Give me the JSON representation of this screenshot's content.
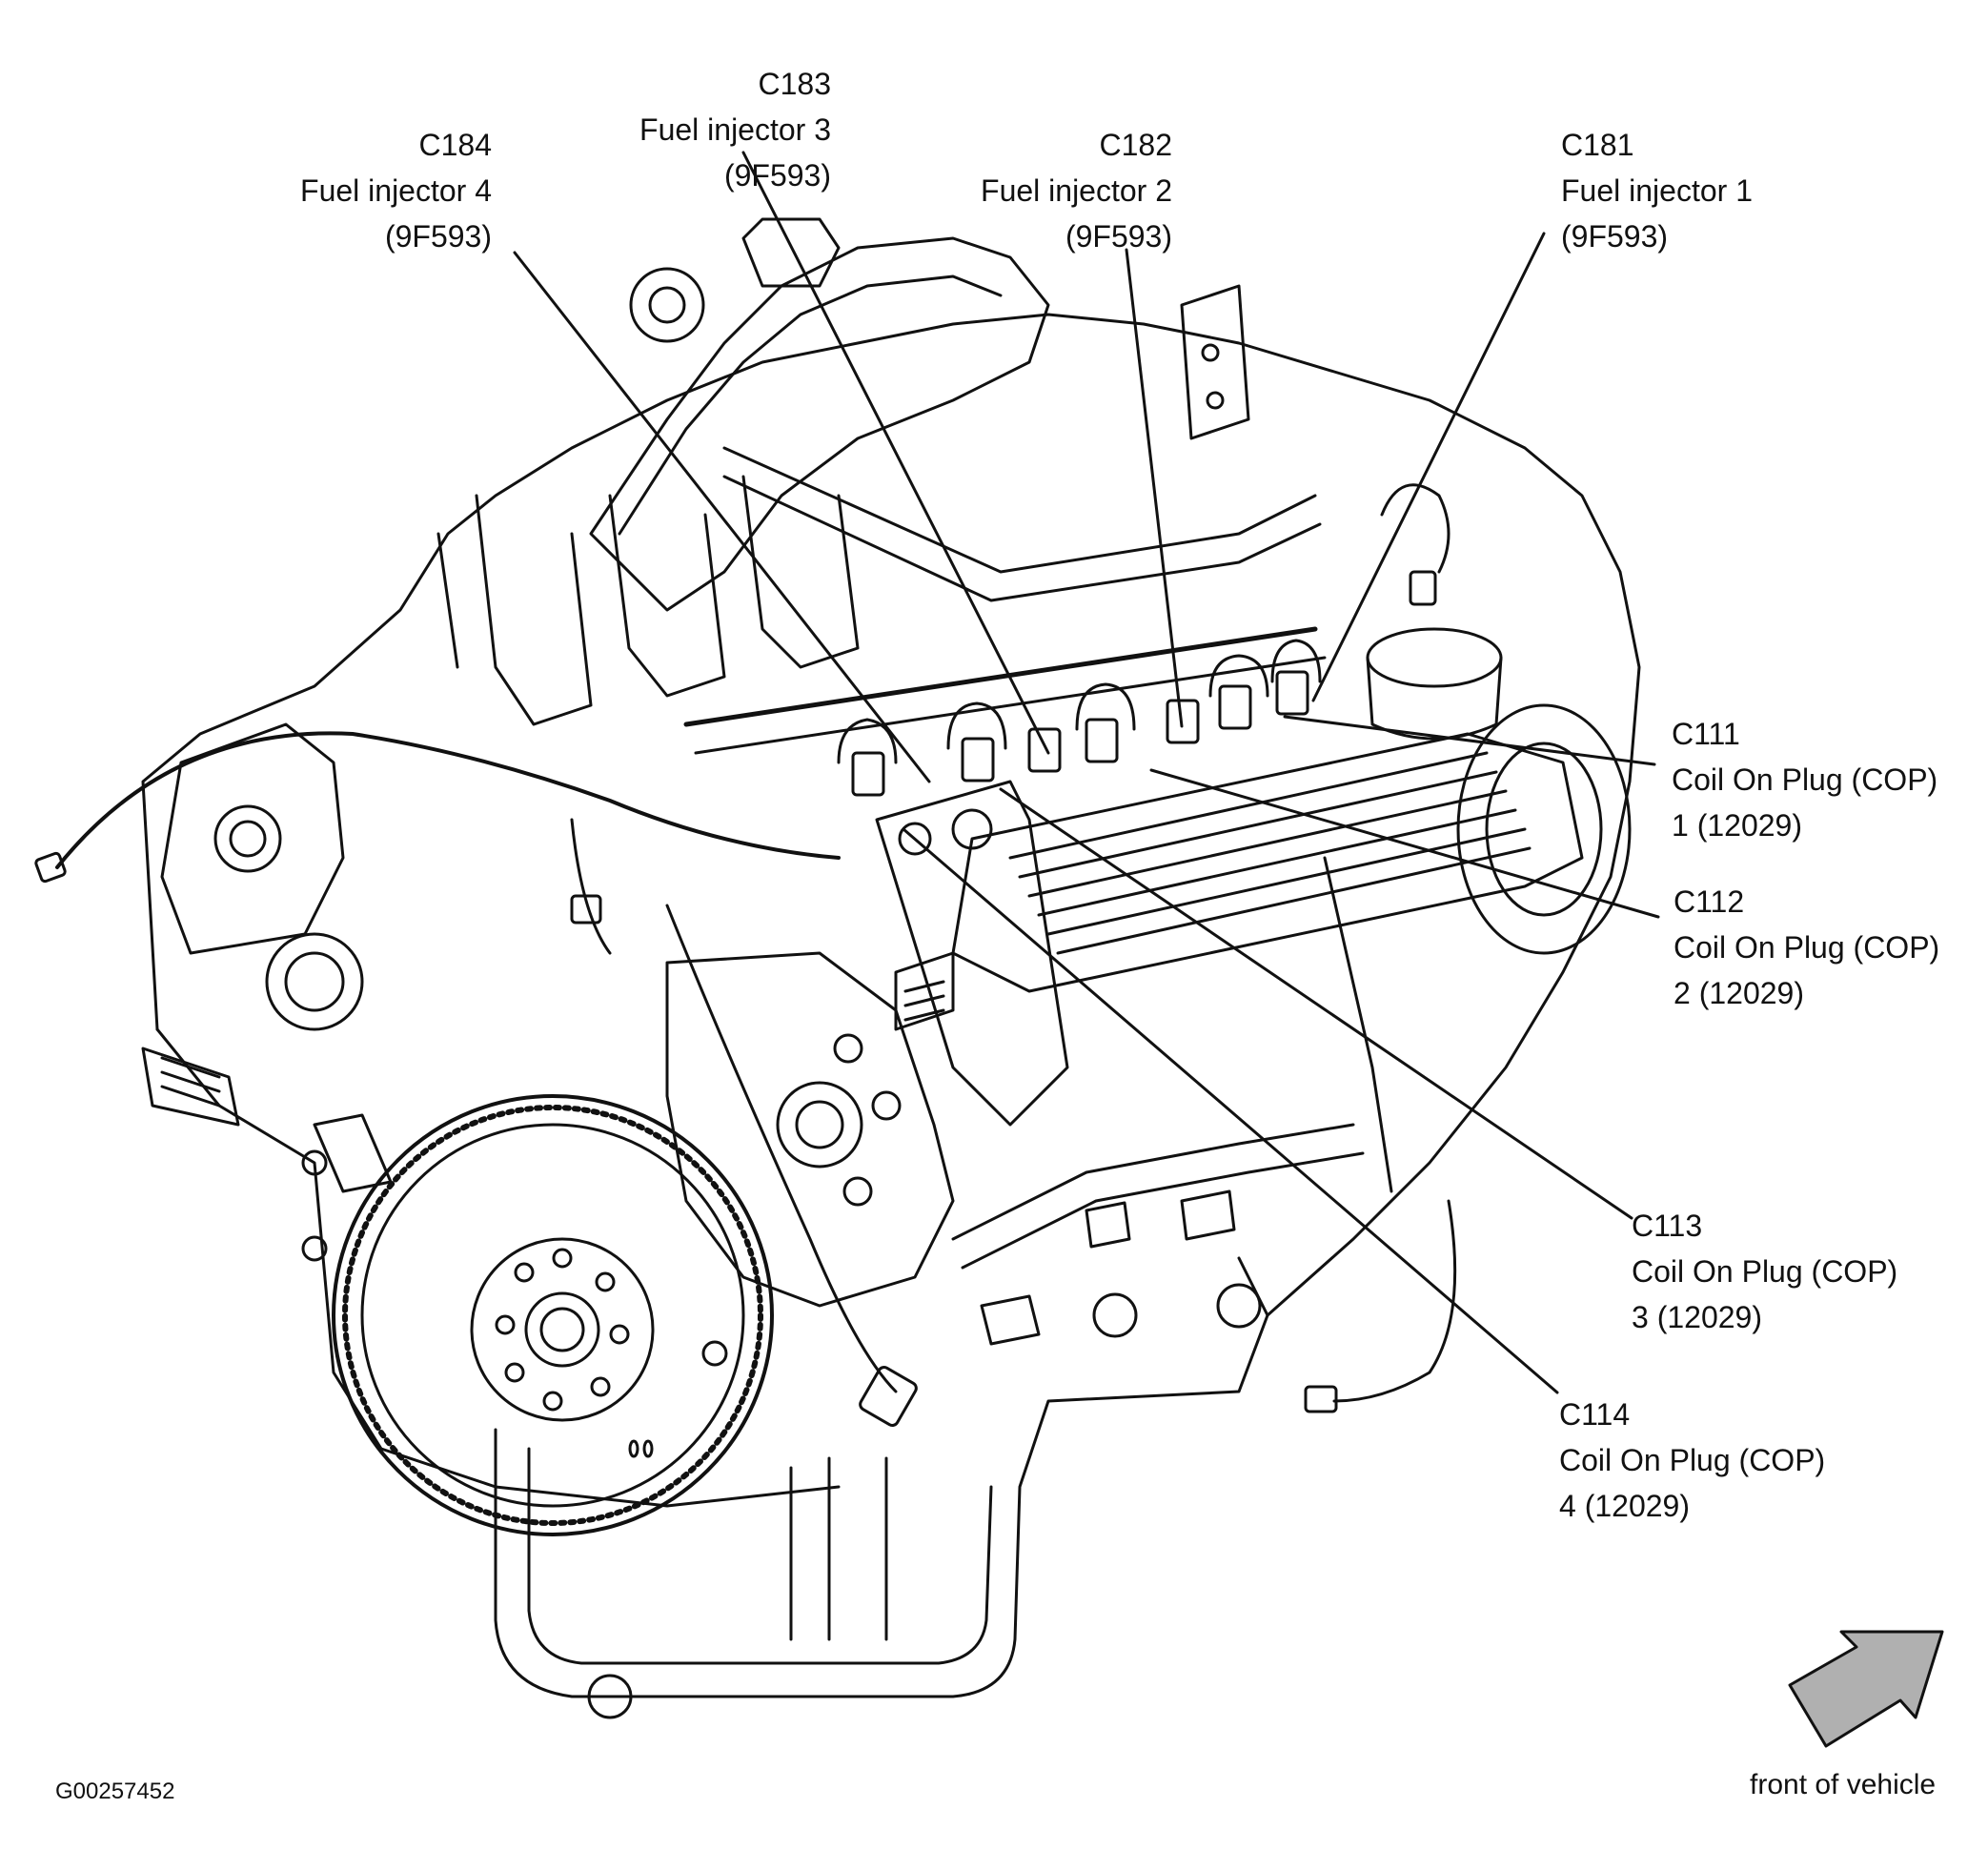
{
  "callouts": [
    {
      "id": "C184",
      "name": "Fuel injector 4",
      "part": "(9F593)"
    },
    {
      "id": "C183",
      "name": "Fuel injector 3",
      "part": "(9F593)"
    },
    {
      "id": "C182",
      "name": "Fuel injector 2",
      "part": "(9F593)"
    },
    {
      "id": "C181",
      "name": "Fuel injector 1",
      "part": "(9F593)"
    },
    {
      "id": "C111",
      "name": "Coil On Plug (COP)",
      "part": "1 (12029)"
    },
    {
      "id": "C112",
      "name": "Coil On Plug (COP)",
      "part": "2 (12029)"
    },
    {
      "id": "C113",
      "name": "Coil On Plug (COP)",
      "part": "3 (12029)"
    },
    {
      "id": "C114",
      "name": "Coil On Plug (COP)",
      "part": "4 (12029)"
    }
  ],
  "figure_id": "G00257452",
  "orientation": {
    "label": "front of vehicle",
    "icon": "direction-arrow-icon"
  },
  "colors": {
    "ink": "#111111",
    "background": "#ffffff",
    "arrow_fill": "#b0b0b0"
  }
}
